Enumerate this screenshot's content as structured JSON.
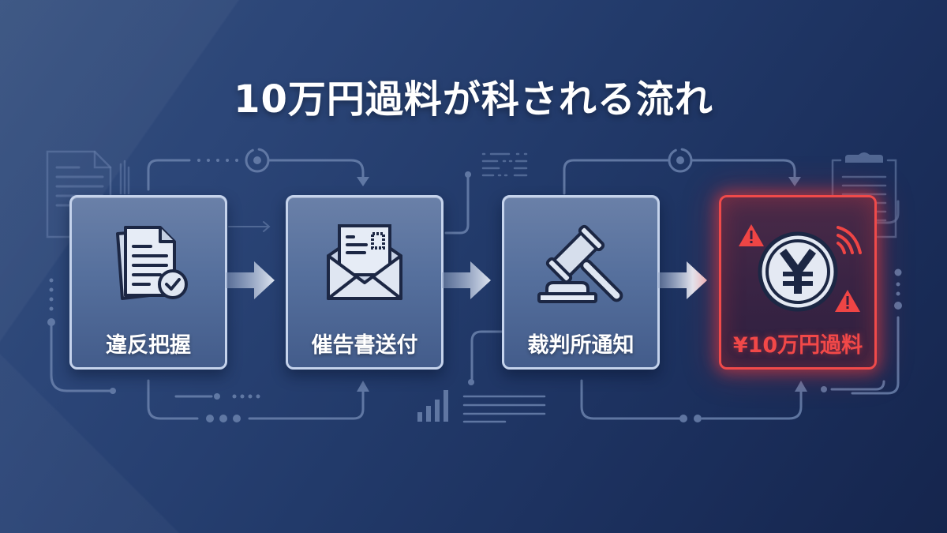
{
  "title": "10万円過料が科される流れ",
  "steps": [
    {
      "label": "違反把握",
      "icon": "document-check-icon"
    },
    {
      "label": "催告書送付",
      "icon": "envelope-letter-icon"
    },
    {
      "label": "裁判所通知",
      "icon": "gavel-icon"
    },
    {
      "label": "¥10万円過料",
      "icon": "yen-coin-warning-icon",
      "highlight": true
    }
  ],
  "colors": {
    "background_start": "#35507f",
    "background_end": "#15254d",
    "card_border": "#c5d3ec",
    "card_fill": "#56709d",
    "alert_red": "#f04a4a",
    "text_white": "#ffffff",
    "decor_line": "#6b82ad"
  }
}
